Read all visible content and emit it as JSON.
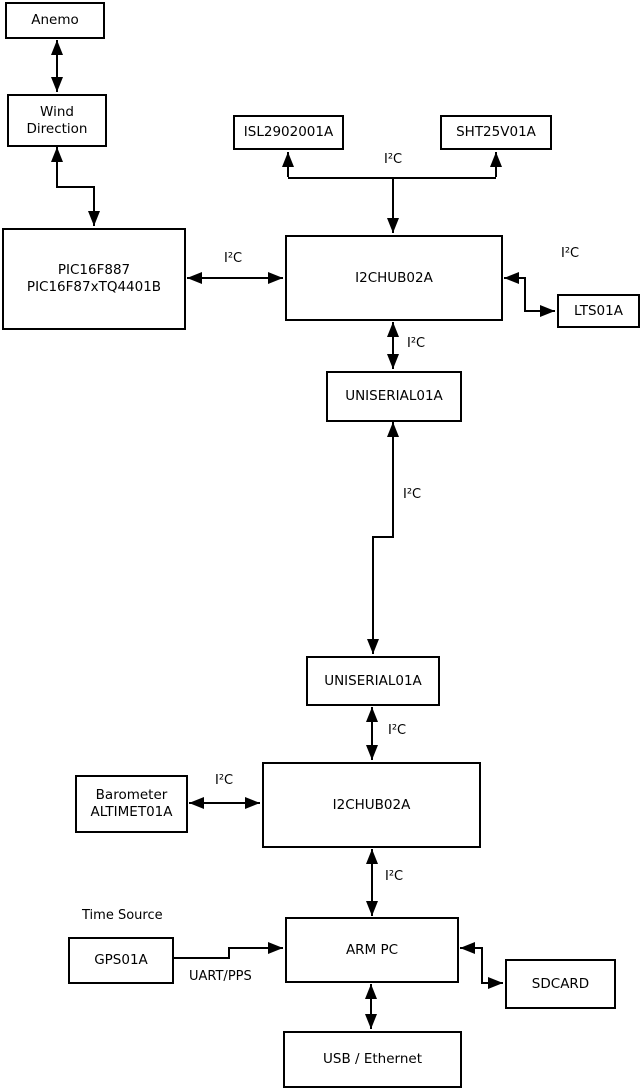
{
  "diagram": {
    "type": "block-diagram",
    "background_color": "#ffffff",
    "stroke_color": "#000000",
    "nodes": {
      "anemo": {
        "label": "Anemo"
      },
      "wind_direction": {
        "label": "Wind\nDirection"
      },
      "pic": {
        "label": "PIC16F887\nPIC16F87xTQ4401B"
      },
      "isl": {
        "label": "ISL2902001A"
      },
      "sht": {
        "label": "SHT25V01A"
      },
      "i2chub_a": {
        "label": "I2CHUB02A"
      },
      "lts": {
        "label": "LTS01A"
      },
      "uniserial_a": {
        "label": "UNISERIAL01A"
      },
      "uniserial_b": {
        "label": "UNISERIAL01A"
      },
      "i2chub_b": {
        "label": "I2CHUB02A"
      },
      "barometer": {
        "label": "Barometer\nALTIMET01A"
      },
      "arm_pc": {
        "label": "ARM PC"
      },
      "gps": {
        "label": "GPS01A"
      },
      "sdcard": {
        "label": "SDCARD"
      },
      "usb_ethernet": {
        "label": "USB / Ethernet"
      }
    },
    "annotations": {
      "time_source": "Time Source"
    },
    "edges": [
      {
        "from": "anemo",
        "to": "wind_direction",
        "arrows": "both",
        "label": ""
      },
      {
        "from": "wind_direction",
        "to": "pic",
        "arrows": "both",
        "label": ""
      },
      {
        "from": "pic",
        "to": "i2chub_a",
        "arrows": "both",
        "label": "I²C"
      },
      {
        "from": "i2chub_a",
        "to": "isl+sht",
        "arrows": "bus",
        "label": "I²C"
      },
      {
        "from": "i2chub_a",
        "to": "lts",
        "arrows": "both",
        "label": "I²C"
      },
      {
        "from": "i2chub_a",
        "to": "uniserial_a",
        "arrows": "both",
        "label": "I²C"
      },
      {
        "from": "uniserial_a",
        "to": "uniserial_b",
        "arrows": "both",
        "label": "I²C"
      },
      {
        "from": "uniserial_b",
        "to": "i2chub_b",
        "arrows": "both",
        "label": "I²C"
      },
      {
        "from": "barometer",
        "to": "i2chub_b",
        "arrows": "both",
        "label": "I²C"
      },
      {
        "from": "i2chub_b",
        "to": "arm_pc",
        "arrows": "both",
        "label": "I²C"
      },
      {
        "from": "gps",
        "to": "arm_pc",
        "arrows": "to",
        "label": "UART/PPS"
      },
      {
        "from": "arm_pc",
        "to": "sdcard",
        "arrows": "both",
        "label": ""
      },
      {
        "from": "arm_pc",
        "to": "usb_ethernet",
        "arrows": "both",
        "label": ""
      }
    ]
  }
}
